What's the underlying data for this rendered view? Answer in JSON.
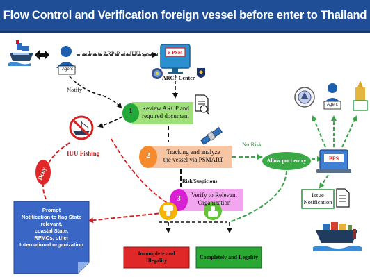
{
  "title": "Flow Control and Verification foreign vessel before enter to Thailand",
  "labels": {
    "submits": "submits ARP-P via IUU system",
    "agent_left": "Agent",
    "epsm": "e-PSM",
    "arcp_center": "ARCP Center",
    "notify": "Notify",
    "iuu_fishing": "IUU Fishing",
    "deny": "Deny",
    "no_risk": "No Risk",
    "risk_suspicious": "Risk/Suspicious",
    "agent_right": "Agent",
    "pps": "PPS"
  },
  "steps": [
    {
      "num": "1",
      "line1": "Review ARCP and",
      "line2": "required document"
    },
    {
      "num": "2",
      "line1": "Tracking and analyze",
      "line2": "the vessel via PSMART"
    },
    {
      "num": "3",
      "line1": "Verify to Relevant",
      "line2": "Organization"
    }
  ],
  "allow": "Allow port entry",
  "issue": {
    "line1": "Issue",
    "line2": "Notification"
  },
  "prompt": {
    "l1": "Prompt",
    "l2": "Notification to flag State",
    "l3": "relevant,",
    "l4": "coastal State,",
    "l5": "RFMOs, other",
    "l6": "International organization"
  },
  "outcomes": {
    "bad": {
      "line1": "Incomplete and",
      "line2": "Illegality"
    },
    "good": "Completely and Legality"
  },
  "colors": {
    "title_bg": "#1f4e96",
    "step1": "#9fe07a",
    "step2": "#f6c5a4",
    "step3": "#f3a6ef",
    "allow": "#3aa845",
    "bad": "#e02828",
    "good": "#29a834",
    "prompt_bg": "#3a67c5"
  }
}
